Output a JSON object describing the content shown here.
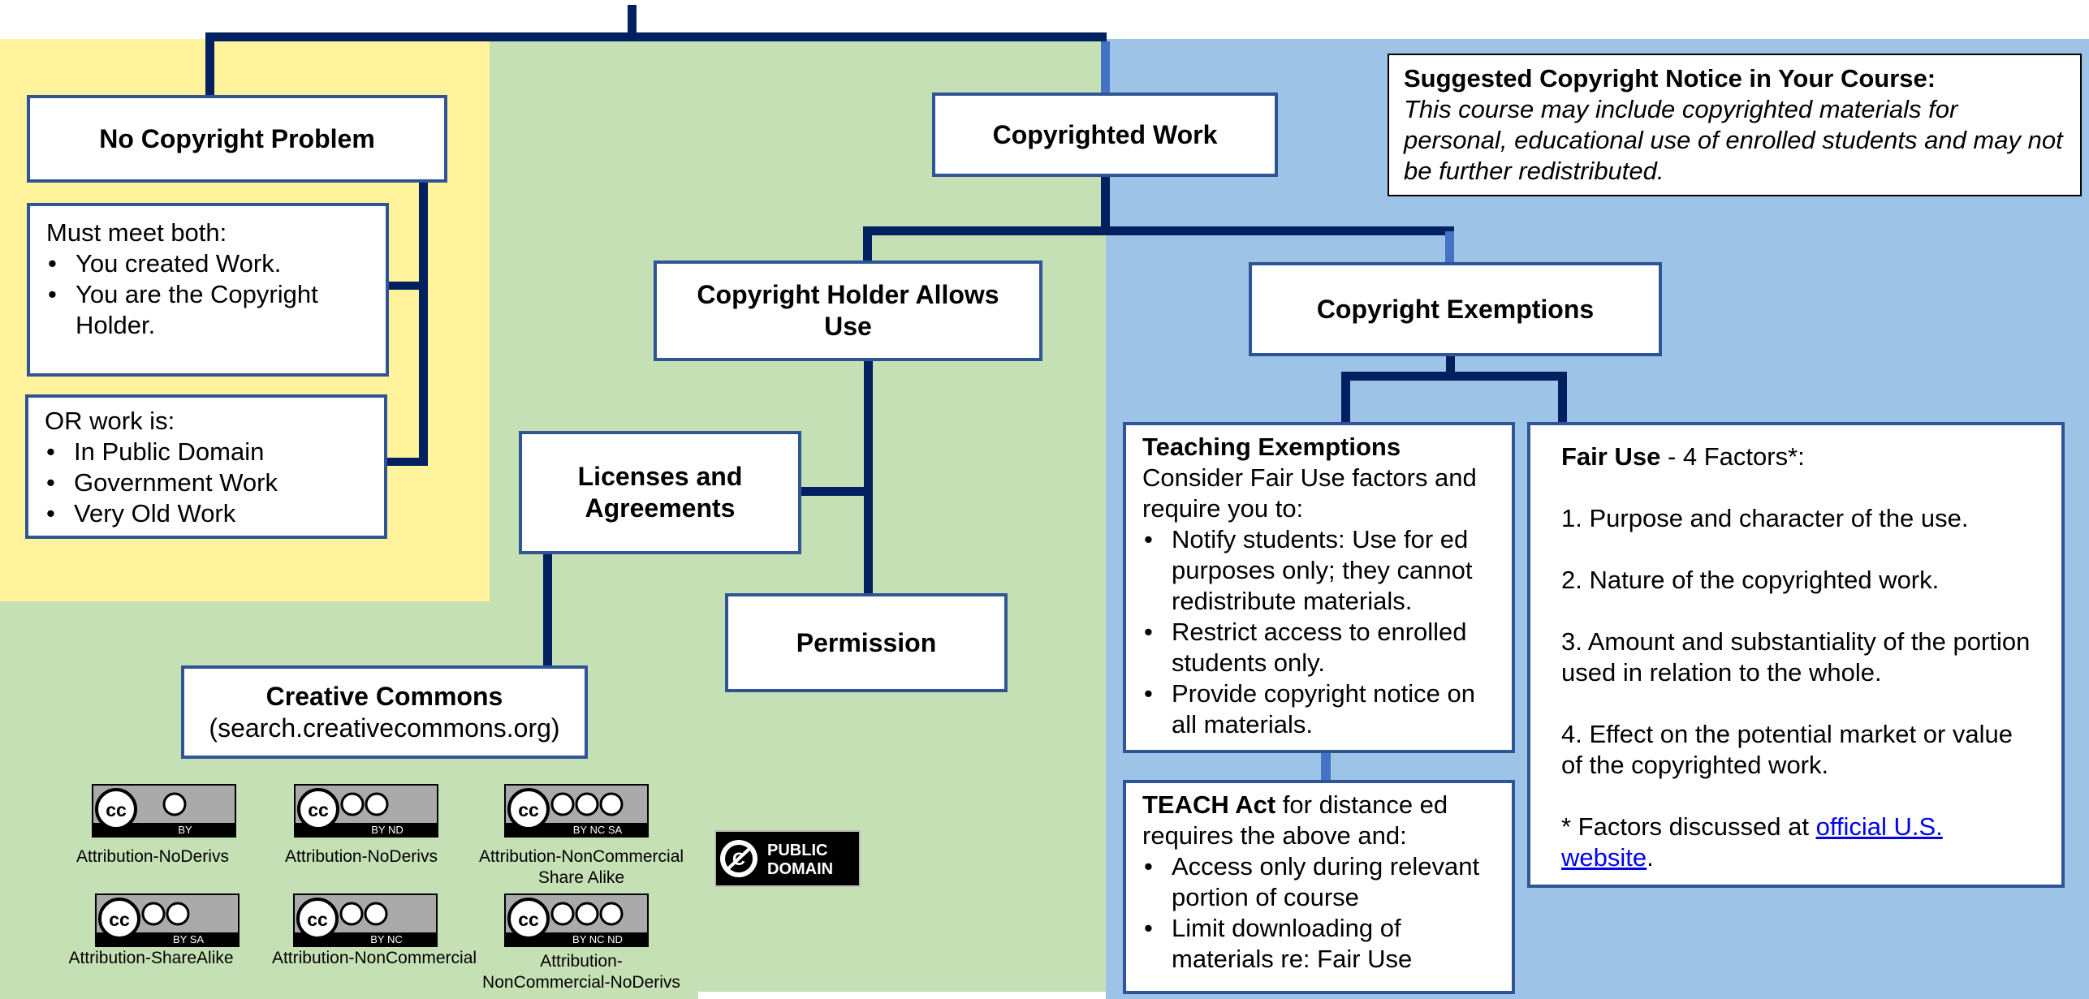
{
  "nodes": {
    "no_copyright_problem": "No Copyright Problem",
    "copyrighted_work": "Copyrighted Work",
    "holder_allows_line1": "Copyright Holder Allows",
    "holder_allows_line2": "Use",
    "copyright_exemptions": "Copyright Exemptions",
    "licenses_line1": "Licenses and",
    "licenses_line2": "Agreements",
    "permission": "Permission",
    "creative_commons_title": "Creative Commons",
    "creative_commons_url": "(search.creativecommons.org)"
  },
  "must_meet": {
    "heading": "Must meet both:",
    "items": [
      "You created Work.",
      "You are the Copyright Holder."
    ]
  },
  "or_work": {
    "heading": "OR work is:",
    "items": [
      "In Public Domain",
      "Government Work",
      "Very Old Work"
    ]
  },
  "notice": {
    "title": "Suggested Copyright Notice in Your Course:",
    "body": "This course may include copyrighted materials for personal, educational use of enrolled students and may not be further redistributed."
  },
  "teaching": {
    "title": "Teaching Exemptions",
    "intro": "Consider Fair Use factors and require you to:",
    "items": [
      "Notify students:  Use for ed purposes only; they cannot redistribute materials.",
      "Restrict access to enrolled students only.",
      "Provide copyright notice on all materials."
    ]
  },
  "teach_act": {
    "title": "TEACH Act",
    "intro": " for distance ed requires the above and:",
    "items": [
      "Access only during relevant portion of course",
      "Limit downloading of materials re: Fair Use"
    ]
  },
  "fair_use": {
    "title": "Fair Use",
    "title_suffix": " - 4 Factors*:",
    "factors": [
      "1. Purpose and character of the use.",
      "2. Nature of the copyrighted work.",
      "3. Amount and substantiality of the portion used in relation to the whole.",
      "4.  Effect on the potential market or value of the copyrighted work."
    ],
    "footnote_prefix": "* Factors discussed at ",
    "footnote_link": "official U.S. website",
    "footnote_suffix": "."
  },
  "badges": [
    {
      "label": "Attribution-NoDerivs",
      "sub": "BY"
    },
    {
      "label": "Attribution-NoDerivs",
      "sub": "BY  ND"
    },
    {
      "label": "Attribution-NonCommercial\nShare Alike",
      "sub": "BY  NC  SA"
    },
    {
      "label": "Attribution-ShareAlike",
      "sub": "BY  SA"
    },
    {
      "label": "Attribution-NonCommercial",
      "sub": "BY  NC"
    },
    {
      "label": "Attribution-\nNonCommercial-NoDerivs",
      "sub": "BY  NC  ND"
    }
  ],
  "public_domain": {
    "line1": "PUBLIC",
    "line2": "DOMAIN"
  },
  "colors": {
    "yellow_region": "#fff39b",
    "green_region": "#c5e0b4",
    "blue_region": "#9dc3e6",
    "box_border": "#2f5597",
    "connector": "#002060",
    "link": "#0000ee"
  }
}
